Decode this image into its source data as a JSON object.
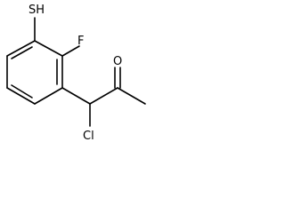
{
  "structure": {
    "atoms": {
      "thiol": "SH",
      "fluoro": "F",
      "carbonyl_oxygen": "O",
      "chloro": "Cl"
    }
  },
  "colors": {
    "background": "#ffffff",
    "ink": "#000000"
  }
}
